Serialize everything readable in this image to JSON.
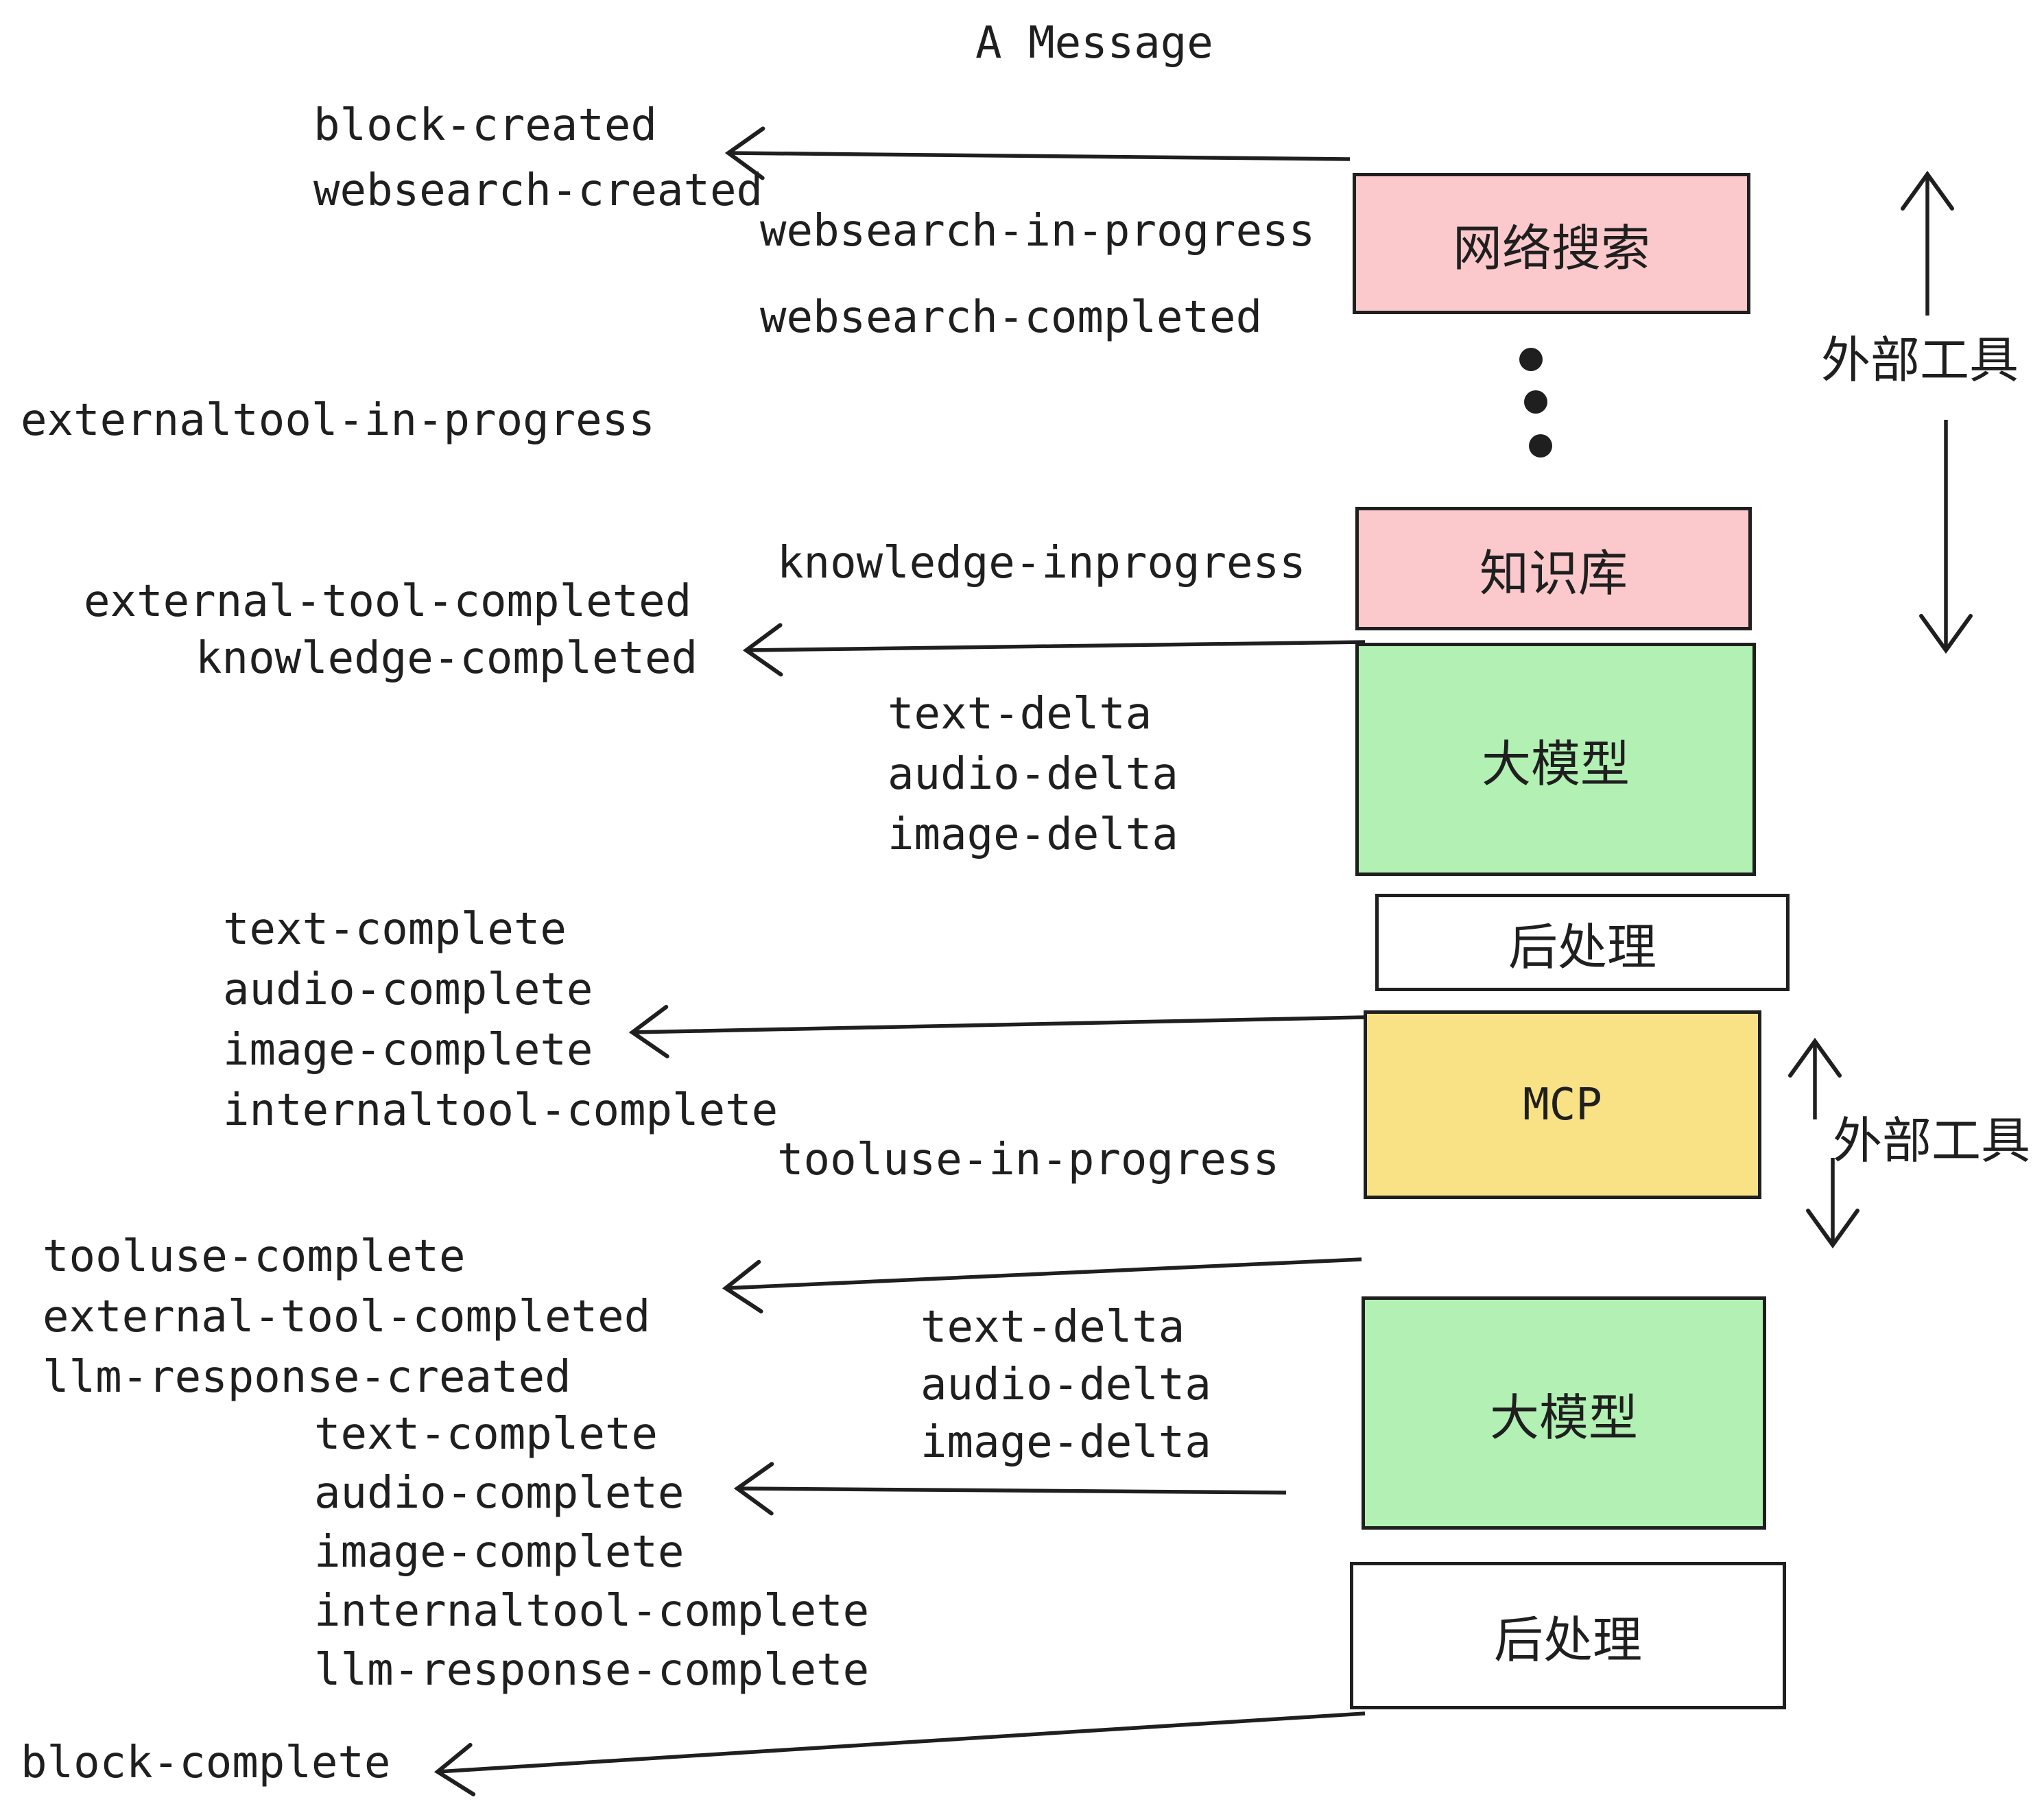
{
  "title": "A Message",
  "events": {
    "block_created": "block-created",
    "websearch_created": "websearch-created",
    "websearch_in_progress": "websearch-in-progress",
    "websearch_completed": "websearch-completed",
    "externaltool_in_progress": "externaltool-in-progress",
    "knowledge_inprogress": "knowledge-inprogress",
    "external_tool_completed": "external-tool-completed",
    "knowledge_completed": "knowledge-completed",
    "text_delta": "text-delta",
    "audio_delta": "audio-delta",
    "image_delta": "image-delta",
    "text_complete": "text-complete",
    "audio_complete": "audio-complete",
    "image_complete": "image-complete",
    "internaltool_complete": "internaltool-complete",
    "tooluse_in_progress": "tooluse-in-progress",
    "tooluse_complete": "tooluse-complete",
    "llm_response_created": "llm-response-created",
    "llm_response_complete": "llm-response-complete",
    "block_complete": "block-complete"
  },
  "nodes": {
    "websearch": {
      "label": "网络搜索",
      "fill": "#fbc9cc"
    },
    "knowledge": {
      "label": "知识库",
      "fill": "#fbc9cc"
    },
    "llm": {
      "label": "大模型",
      "fill": "#b2f0b4"
    },
    "postprocess": {
      "label": "后处理",
      "fill": "#ffffff"
    },
    "mcp": {
      "label": "MCP",
      "fill": "#f9e285"
    }
  },
  "annotations": {
    "external_tools": "外部工具"
  },
  "colors": {
    "stroke": "#1f1f1f",
    "pink": "#fbc9cc",
    "green": "#b2f0b4",
    "yellow": "#f9e285",
    "white": "#ffffff"
  }
}
